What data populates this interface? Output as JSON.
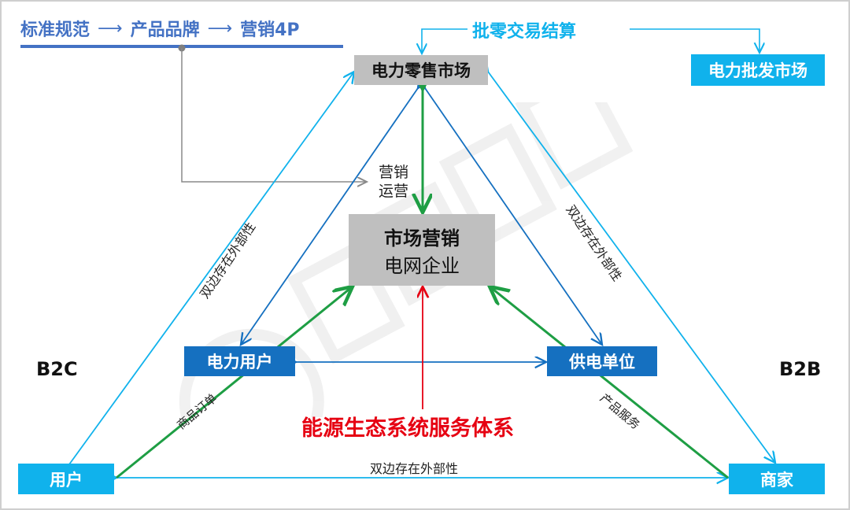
{
  "header_flow": {
    "step1": "标准规范",
    "step2": "产品品牌",
    "step3": "营销4P",
    "arrow": "⟶"
  },
  "settlement_label": "批零交易结算",
  "nodes": {
    "retail_market": "电力零售市场",
    "wholesale_market": "电力批发市场",
    "center_title": "市场营销",
    "center_subtitle": "电网企业",
    "power_user": "电力用户",
    "supply_unit": "供电单位",
    "user": "用户",
    "merchant": "商家"
  },
  "edge_labels": {
    "marketing_ops_line1": "营销",
    "marketing_ops_line2": "运营",
    "left_externality": "双边存在外部性",
    "right_externality": "双边存在外部性",
    "bottom_externality": "双边存在外部性",
    "order": "商品订单",
    "product_service": "产品服务"
  },
  "sides": {
    "left": "B2C",
    "right": "B2B"
  },
  "system_title": "能源生态系统服务体系",
  "colors": {
    "header_blue": "#4472c4",
    "cyan": "#10b2ec",
    "dark_blue": "#1570c0",
    "green": "#1e9e44",
    "red": "#e60012",
    "gray_box": "#bfbfbf",
    "connector_gray": "#7f7f7f"
  }
}
